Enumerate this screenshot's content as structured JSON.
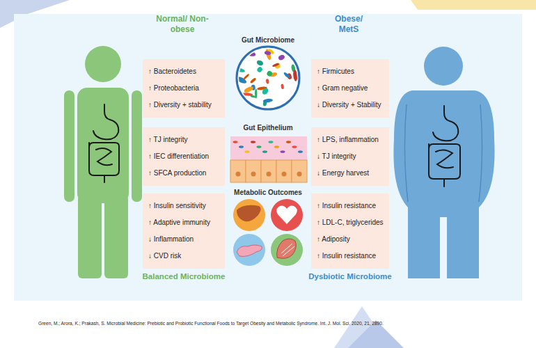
{
  "diagram": {
    "caption": "Green, M.; Arora, K.; Prakash, S. Microbial Medicine: Prebiotic and Probiotic Functional Foods to Target Obesity and Metabolic Syndrome. Int. J. Mol. Sci. 2020, 21, 2890.",
    "nodes": [
      {
        "text": [
          "↑ Bacteroidetes",
          "↑ Proteobacteria",
          "↑ Diversity + stability"
        ]
      },
      {
        "text": [
          "↑ TJ integrity",
          "↑ IEC differentiation",
          "↑ SFCA production"
        ]
      },
      {
        "text": [
          "↑ Insulin sensitivity",
          "↑ Adaptive immunity",
          "↓ Inflammation",
          "↓ CVD risk"
        ]
      },
      {
        "text": [
          "↑ Firmicutes",
          "↑ Gram negative",
          "↓ Diversity + Stability"
        ]
      },
      {
        "text": [
          "↑ LPS, inflammation",
          "↓ TJ integrity",
          "↓ Energy harvest"
        ]
      },
      {
        "text": [
          "↑ Insulin resistance",
          "↑ LDL-C, triglycerides",
          "↑ Adiposity",
          "↑ Insulin resistance"
        ]
      }
    ],
    "labels": [
      "Normal/ Non-obese",
      "Obese/ MetS",
      "Gut Microbiome",
      "Gut Epithelium",
      "Metabolic Outcomes",
      "Balanced Microbiome",
      "Dysbiotic Microbiome"
    ]
  }
}
